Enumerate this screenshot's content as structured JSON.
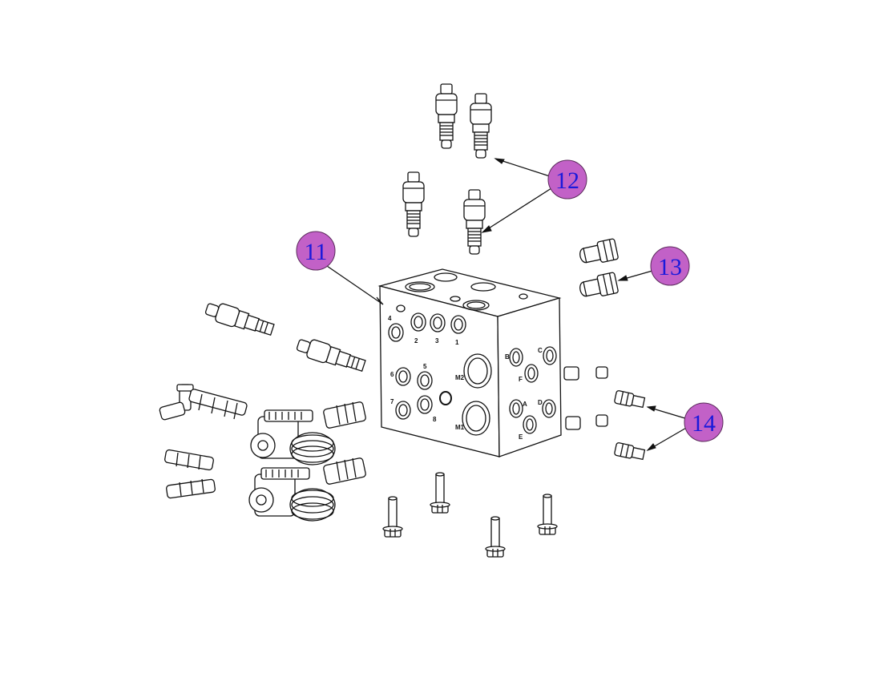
{
  "theme": {
    "bubble_color": "#c261c7",
    "label_color": "#1a1adb",
    "line_color": "#111111"
  },
  "callouts": [
    {
      "id": "11",
      "text": "11",
      "part": "manifold-block"
    },
    {
      "id": "12",
      "text": "12",
      "part": "cartridge-valves"
    },
    {
      "id": "13",
      "text": "13",
      "part": "port-plugs"
    },
    {
      "id": "14",
      "text": "14",
      "part": "side-fittings"
    }
  ],
  "block_port_labels": {
    "top_row": [
      "4",
      "2",
      "3",
      "1"
    ],
    "middle": [
      "6",
      "5",
      "7",
      "8"
    ],
    "side": [
      "B",
      "C",
      "F",
      "A",
      "D",
      "E"
    ],
    "mid": [
      "M2",
      "M1"
    ]
  }
}
